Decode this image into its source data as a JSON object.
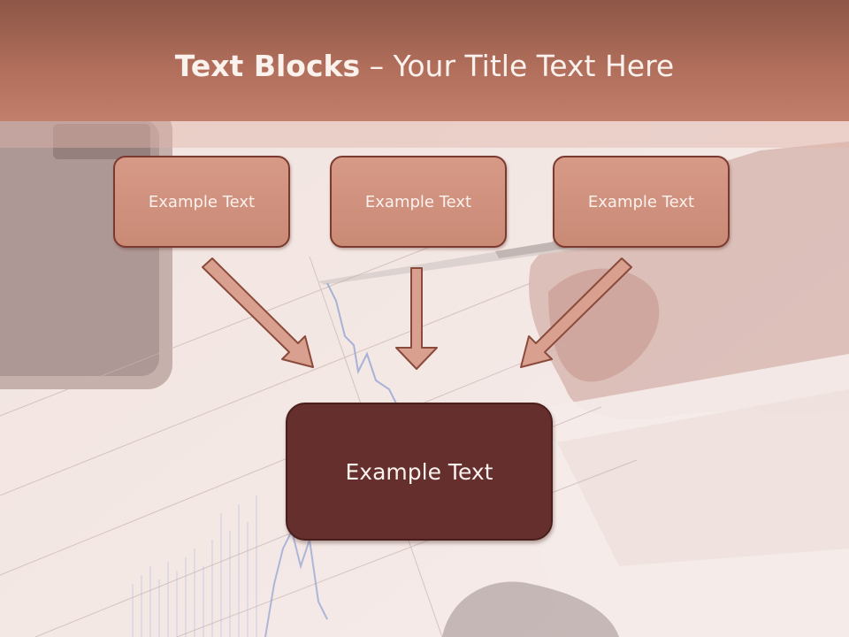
{
  "slide": {
    "title_bold": "Text Blocks",
    "title_rest": " – Your Title Text Here",
    "blocks": [
      {
        "label": "Example Text"
      },
      {
        "label": "Example Text"
      },
      {
        "label": "Example Text"
      }
    ],
    "target_block": {
      "label": "Example Text"
    }
  },
  "colors": {
    "title_bar": "#b06e5b",
    "small_box_fill": "#d39581",
    "small_box_border": "#7a3a30",
    "big_box_fill": "#652f2e",
    "arrow_fill": "#d9a08f",
    "arrow_stroke": "#8a4a3c",
    "text": "#fbf1ed"
  }
}
